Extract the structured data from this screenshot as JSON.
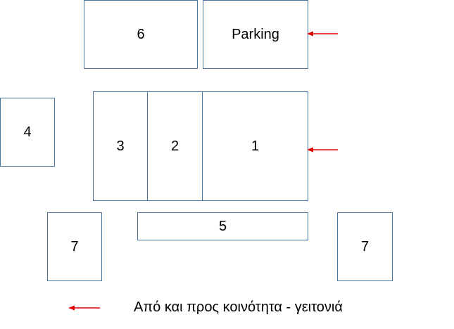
{
  "blocks": {
    "b6": "6",
    "parking": "Parking",
    "b4": "4",
    "b3": "3",
    "b2": "2",
    "b1": "1",
    "b5": "5",
    "b7_left": "7",
    "b7_right": "7"
  },
  "legend": {
    "text": "Από και προς κοινότητα - γειτονιά"
  },
  "colors": {
    "box_border": "#41719c",
    "arrow": "#e00000",
    "text": "#000000"
  },
  "icons": {
    "arrow": "arrow-left-icon"
  }
}
